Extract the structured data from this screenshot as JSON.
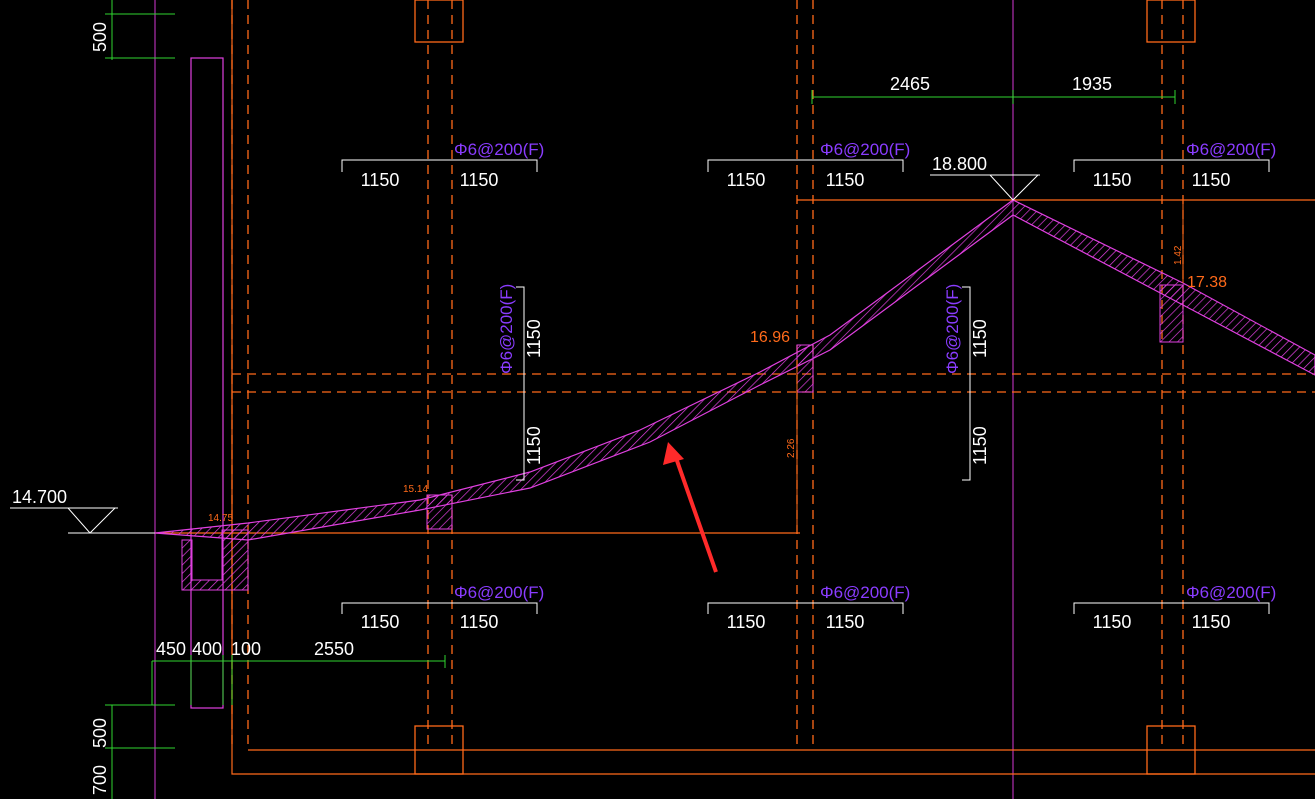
{
  "colors": {
    "background": "#000000",
    "dimension": "#2fd52f",
    "text": "#ffffff",
    "rebar_text": "#8a3cff",
    "grid_dashed": "#ff6a1a",
    "axis": "#b030b0",
    "elevation_orange": "#ff6a1a",
    "slab_outline": "#e040e0",
    "arrow": "#ff2a2a"
  },
  "top_dimensions": {
    "left": "2465",
    "right": "1935"
  },
  "left_dimensions": {
    "top": "500",
    "bottom_a": "500",
    "bottom_b": "700"
  },
  "bottom_dimensions": [
    "450",
    "400",
    "100",
    "2550"
  ],
  "elevations": {
    "left": "14.700",
    "ridge": "18.800",
    "v1": "16.96",
    "v2": "17.38",
    "v3": "15.14",
    "v4": "14.75",
    "h1": "2.26",
    "h2": "1.42"
  },
  "rebar_label": "Φ6@200(F)",
  "span_value": "1150",
  "rebar_marks": {
    "top_1": "Φ6@200(F)",
    "top_2": "Φ6@200(F)",
    "top_3": "Φ6@200(F)",
    "bot_1": "Φ6@200(F)",
    "bot_2": "Φ6@200(F)",
    "bot_3": "Φ6@200(F)",
    "vert_1": "Φ6@200(F)",
    "vert_2": "Φ6@200(F)"
  },
  "spans": {
    "top": [
      "1150",
      "1150",
      "1150",
      "1150",
      "1150",
      "1150"
    ],
    "bottom": [
      "1150",
      "1150",
      "1150",
      "1150",
      "1150",
      "1150"
    ],
    "vertical": [
      "1150",
      "1150",
      "1150",
      "1150"
    ]
  }
}
